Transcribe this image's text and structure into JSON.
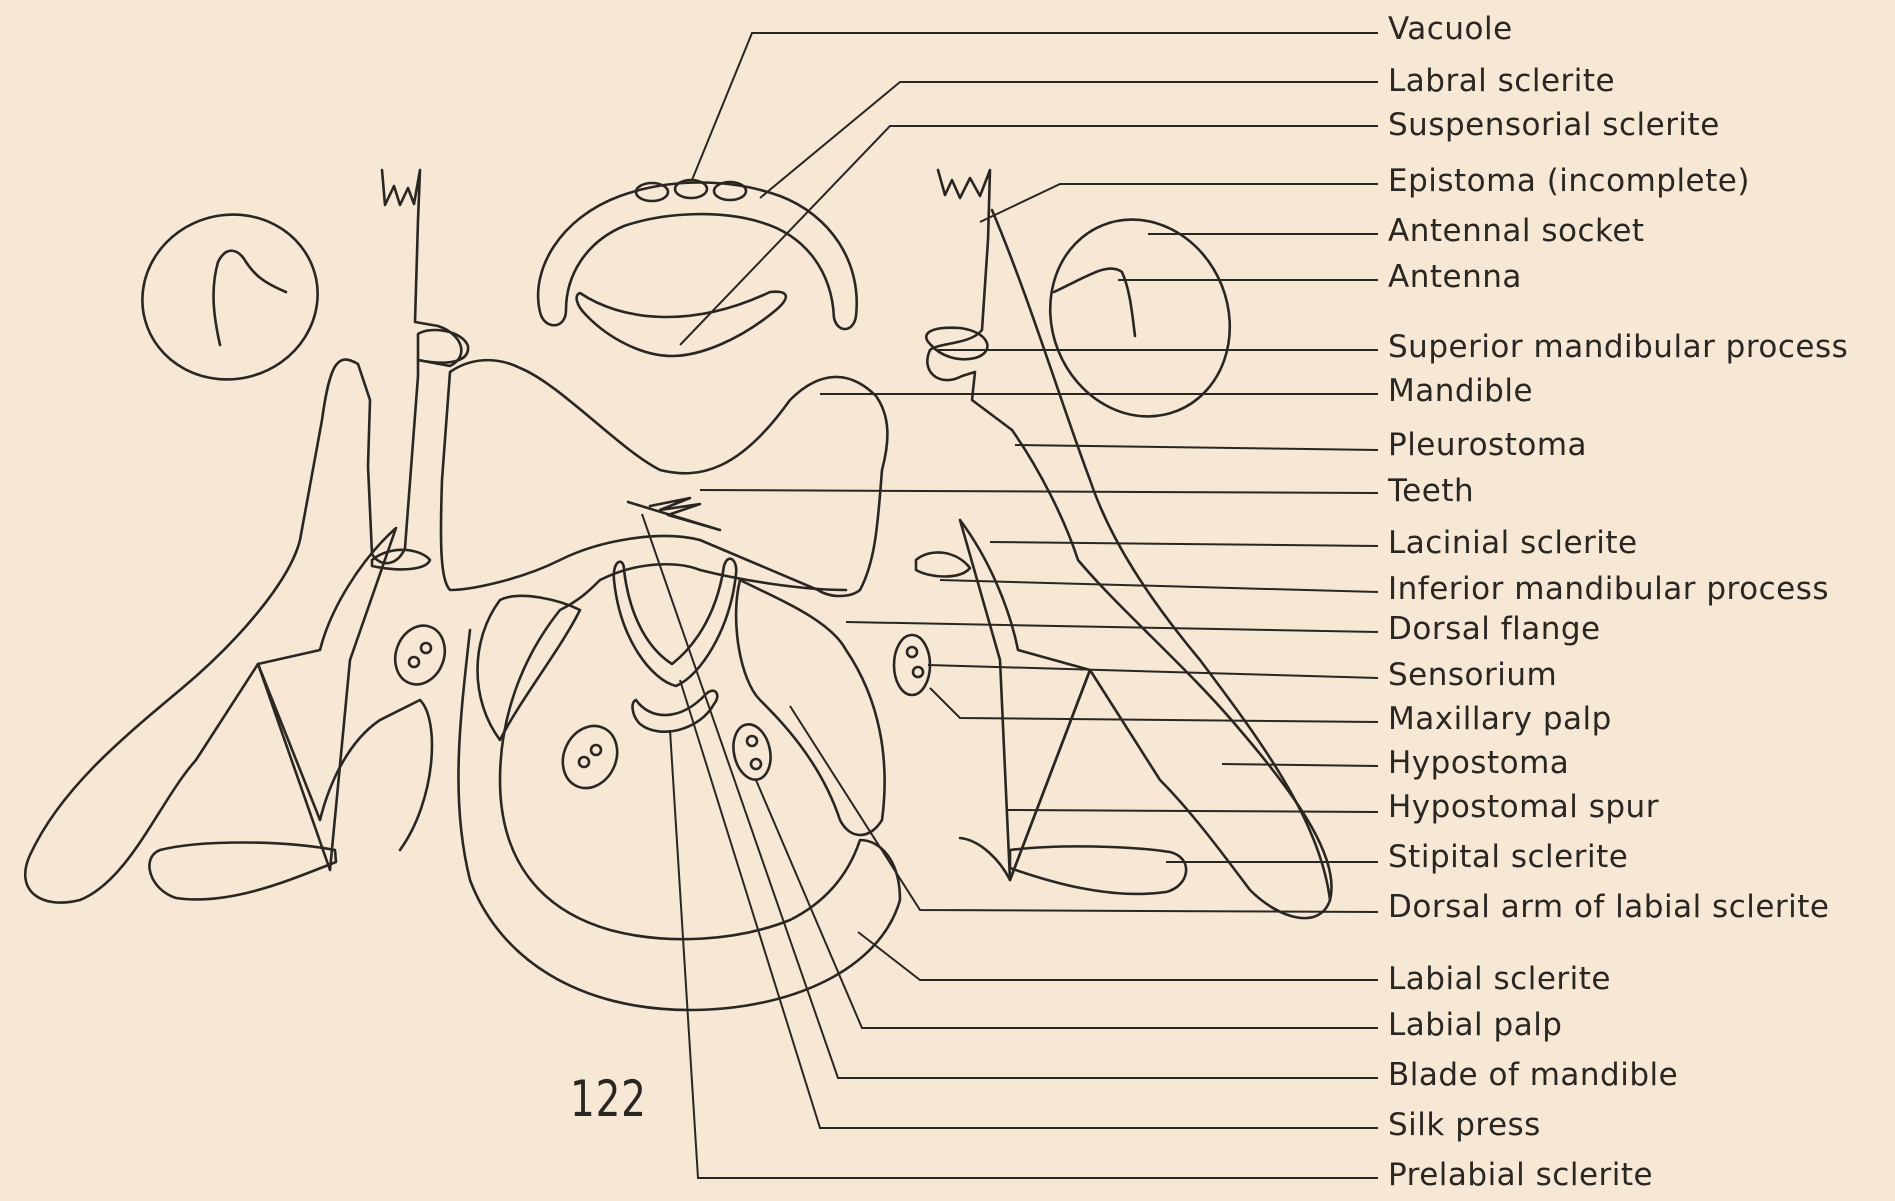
{
  "figure": {
    "number": "122",
    "labels": [
      {
        "id": "vacuole",
        "text": "Vacuole"
      },
      {
        "id": "labral-sclerite",
        "text": "Labral sclerite"
      },
      {
        "id": "suspensorial-sclerite",
        "text": "Suspensorial sclerite"
      },
      {
        "id": "epistoma",
        "text": "Epistoma (incomplete)"
      },
      {
        "id": "antennal-socket",
        "text": "Antennal socket"
      },
      {
        "id": "antenna",
        "text": "Antenna"
      },
      {
        "id": "superior-mandibular-process",
        "text": "Superior mandibular process"
      },
      {
        "id": "mandible",
        "text": "Mandible"
      },
      {
        "id": "pleurostoma",
        "text": "Pleurostoma"
      },
      {
        "id": "teeth",
        "text": "Teeth"
      },
      {
        "id": "lacinial-sclerite",
        "text": "Lacinial sclerite"
      },
      {
        "id": "inferior-mandibular-process",
        "text": "Inferior mandibular process"
      },
      {
        "id": "dorsal-flange",
        "text": "Dorsal flange"
      },
      {
        "id": "sensorium",
        "text": "Sensorium"
      },
      {
        "id": "maxillary-palp",
        "text": "Maxillary palp"
      },
      {
        "id": "hypostoma",
        "text": "Hypostoma"
      },
      {
        "id": "hypostomal-spur",
        "text": "Hypostomal spur"
      },
      {
        "id": "stipital-sclerite",
        "text": "Stipital sclerite"
      },
      {
        "id": "dorsal-arm-labial-sclerite",
        "text": "Dorsal arm of labial sclerite"
      },
      {
        "id": "labial-sclerite",
        "text": "Labial sclerite"
      },
      {
        "id": "labial-palp",
        "text": "Labial palp"
      },
      {
        "id": "blade-of-mandible",
        "text": "Blade of mandible"
      },
      {
        "id": "silk-press",
        "text": "Silk press"
      },
      {
        "id": "prelabial-sclerite",
        "text": "Prelabial sclerite"
      }
    ]
  }
}
